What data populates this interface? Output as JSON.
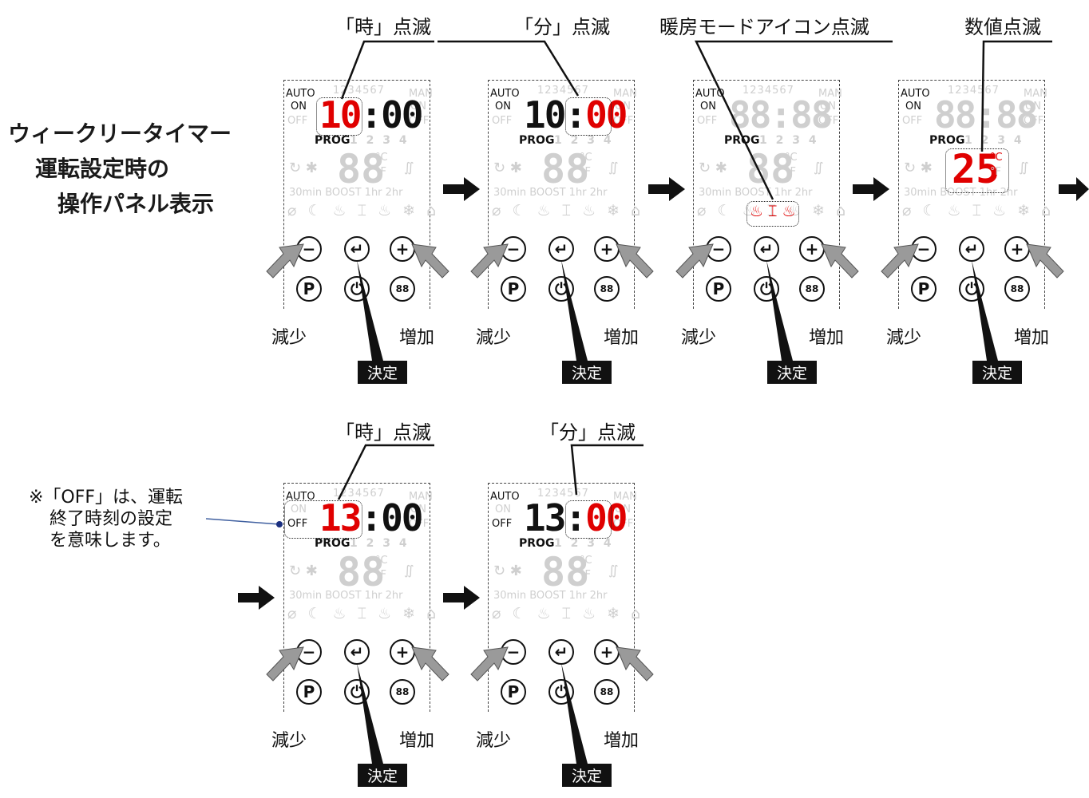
{
  "title": {
    "line1": "ウィークリータイマー",
    "line2": "運転設定時の",
    "line3": "操作パネル表示"
  },
  "note": {
    "line1": "※「OFF」は、運転",
    "line2": "終了時刻の設定",
    "line3": "を意味します。"
  },
  "panel_common": {
    "auto": "AUTO",
    "on": "ON",
    "off": "OFF",
    "man": "MAN",
    "on_right": "ON",
    "off_right": "OFF",
    "days": "1234567",
    "prog": "PROG",
    "prog_nums": "1 2 3 4",
    "celsius": "°C",
    "fahrenheit": "°F",
    "boost_row": "30min  BOOST  1hr  2hr",
    "icon_row": "⌀ ☾ ♨ ⌶ ♨ ❄ ⌂",
    "minus": "−",
    "enter": "↵",
    "plus": "+",
    "prog_btn": "P",
    "power": "⏻",
    "menu": "88",
    "decrease_label": "減少",
    "increase_label": "増加",
    "confirm_label": "決定"
  },
  "panels": [
    {
      "callout": "「時」点滅",
      "time_hours": "10",
      "time_colon": ":",
      "time_minutes": "00",
      "temp": "88"
    },
    {
      "callout": "「分」点滅",
      "time_hours": "10",
      "time_colon": ":",
      "time_minutes": "00",
      "temp": "88"
    },
    {
      "callout": "暖房モードアイコン点滅",
      "time_hours": "88",
      "time_colon": ":",
      "time_minutes": "88",
      "temp": "88",
      "mode_icons": "♨ ⌶ ♨"
    },
    {
      "callout": "数値点滅",
      "time_hours": "88",
      "time_colon": ":",
      "time_minutes": "88",
      "temp": "25"
    },
    {
      "callout": "「時」点滅",
      "time_hours": "13",
      "time_colon": ":",
      "time_minutes": "00",
      "temp": "88"
    },
    {
      "callout": "「分」点滅",
      "time_hours": "13",
      "time_colon": ":",
      "time_minutes": "00",
      "temp": "88"
    }
  ]
}
